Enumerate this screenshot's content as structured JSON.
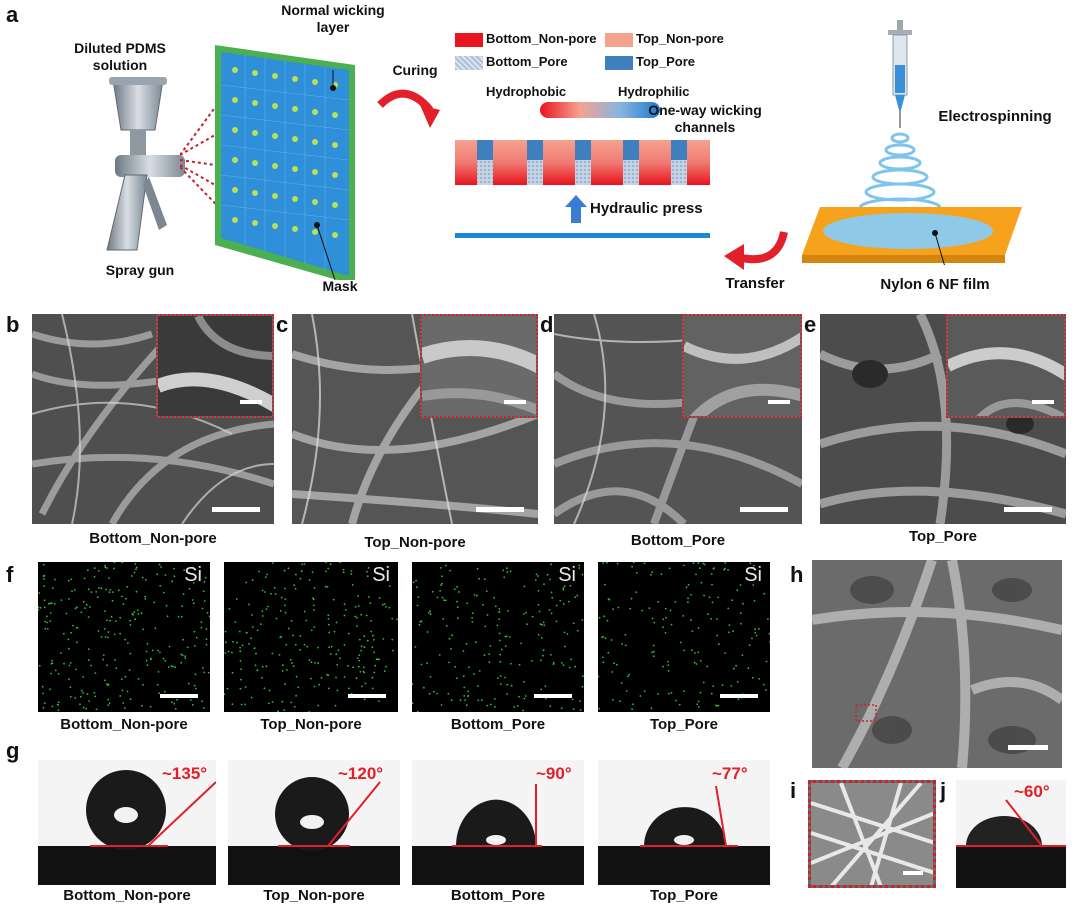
{
  "panel_a": {
    "label": "a",
    "spray_solution": "Diluted PDMS solution",
    "spray_gun": "Spray gun",
    "wicking_layer": "Normal wicking layer",
    "mask": "Mask",
    "curing": "Curing",
    "legend": [
      {
        "text": "Bottom_Non-pore",
        "color": "#e8141f"
      },
      {
        "text": "Top_Non-pore",
        "color": "#f4a38f"
      },
      {
        "text": "Bottom_Pore",
        "color": "#aebfd6"
      },
      {
        "text": "Top_Pore",
        "color": "#3f7fc0"
      }
    ],
    "hydrophobic": "Hydrophobic",
    "hydrophilic": "Hydrophilic",
    "channels": "One-way wicking channels",
    "hydraulic": "Hydraulic press",
    "transfer": "Transfer",
    "electrospinning": "Electrospinning",
    "film": "Nylon 6 NF film"
  },
  "sem_panels": [
    {
      "label": "b",
      "caption": "Bottom_Non-pore"
    },
    {
      "label": "c",
      "caption": "Top_Non-pore"
    },
    {
      "label": "d",
      "caption": "Bottom_Pore"
    },
    {
      "label": "e",
      "caption": "Top_Pore"
    }
  ],
  "eds": {
    "label": "f",
    "element": "Si",
    "captions": [
      "Bottom_Non-pore",
      "Top_Non-pore",
      "Bottom_Pore",
      "Top_Pore"
    ]
  },
  "contact": {
    "label": "g",
    "items": [
      {
        "caption": "Bottom_Non-pore",
        "angle": "~135°"
      },
      {
        "caption": "Top_Non-pore",
        "angle": "~120°"
      },
      {
        "caption": "Bottom_Pore",
        "angle": "~90°"
      },
      {
        "caption": "Top_Pore",
        "angle": "~77°"
      }
    ]
  },
  "panel_h": {
    "label": "h"
  },
  "panel_i": {
    "label": "i"
  },
  "panel_j": {
    "label": "j",
    "angle": "~60°"
  }
}
